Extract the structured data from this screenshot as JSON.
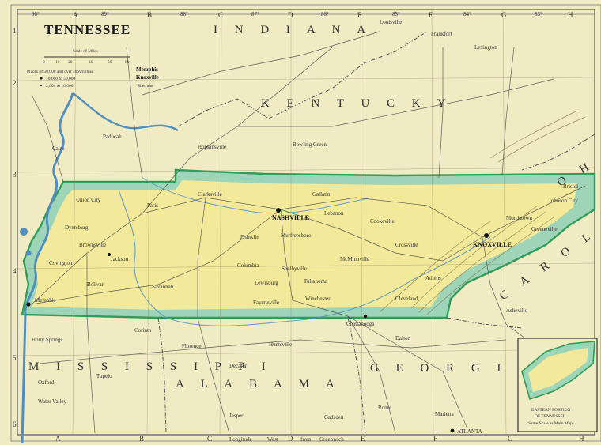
{
  "title": "TENNESSEE",
  "legend": {
    "scale_label": "Scale of Miles",
    "scale_ticks": [
      "0",
      "10",
      "20",
      "40",
      "60",
      "80"
    ],
    "places_note": "Places of 50,000 and over shown thus",
    "size_1": "10,000 to 50,000",
    "size_2": "2,000 to 10,000",
    "example_1": "Memphis",
    "example_2": "Knoxville",
    "example_3": "Sherman"
  },
  "grid": {
    "top_letters": [
      "A",
      "B",
      "C",
      "D",
      "E",
      "F",
      "G",
      "H"
    ],
    "bottom_letters": [
      "A",
      "B",
      "C",
      "D",
      "E",
      "F",
      "G",
      "H"
    ],
    "top_degrees": [
      "90°",
      "89°",
      "88°",
      "87°",
      "86°",
      "85°",
      "84°",
      "83°"
    ],
    "left_numbers": [
      "1",
      "2",
      "3",
      "4",
      "5",
      "6"
    ],
    "bottom_caption": [
      "Longitude",
      "West",
      "from",
      "Greenwich"
    ]
  },
  "neighbors": {
    "indiana": "I N D I A N A",
    "kentucky": "K E N T U C K Y",
    "mississippi": "M I S S I S S I P P I",
    "alabama": "A L A B A M A",
    "georgia": "G E O R G I A",
    "carolina": "C A R O L I N A",
    "ohio": "O H I O"
  },
  "cities": {
    "nashville": "NASHVILLE",
    "knoxville": "KNOXVILLE",
    "jackson": "Jackson",
    "chattanooga": "Chattanooga",
    "memphis": "Memphis",
    "atlanta": "ATLANTA",
    "clarksville": "Clarksville",
    "gallatin": "Gallatin",
    "lebanon": "Lebanon",
    "murfreesboro": "Murfreesboro",
    "columbia": "Columbia",
    "franklin": "Franklin",
    "paris": "Paris",
    "dyersburg": "Dyersburg",
    "union_city": "Union City",
    "brownsville": "Brownsville",
    "covington": "Covington",
    "bolivar": "Bolivar",
    "savannah": "Savannah",
    "lewisburg": "Lewisburg",
    "shelbyville": "Shelbyville",
    "tullahoma": "Tullahoma",
    "winchester": "Winchester",
    "fayetteville": "Fayetteville",
    "mcminnville": "McMinnville",
    "cookeville": "Cookeville",
    "crossville": "Crossville",
    "athens": "Athens",
    "cleveland": "Cleveland",
    "morristown": "Morristown",
    "greeneville": "Greeneville",
    "johnson_city": "Johnson City",
    "bristol": "Bristol",
    "holly_springs": "Holly Springs",
    "oxford": "Oxford",
    "water_valley": "Water Valley",
    "tupelo": "Tupelo",
    "corinth": "Corinth",
    "florence": "Florence",
    "huntsville": "Huntsville",
    "decatur": "Decatur",
    "gadsden": "Gadsden",
    "rome": "Rome",
    "dalton": "Dalton",
    "marietta": "Marietta",
    "louisville": "Louisville",
    "lexington": "Lexington",
    "frankfort": "Frankfort",
    "bowling_green": "Bowling Green",
    "paducah": "Paducah",
    "cairo": "Cairo",
    "hopkinsville": "Hopkinsville",
    "asheville": "Asheville",
    "jasper": "Jasper"
  },
  "inset": {
    "caption_1": "EASTERN PORTION",
    "caption_2": "OF TENNESSEE",
    "caption_3": "Same Scale as Main Map"
  },
  "colors": {
    "paper": "#f1ebc4",
    "state_fill": "#f3e99b",
    "state_border": "#2f9c58",
    "border_band": "#9ed4b8",
    "water": "#4f8fc0",
    "ink": "#333333"
  }
}
